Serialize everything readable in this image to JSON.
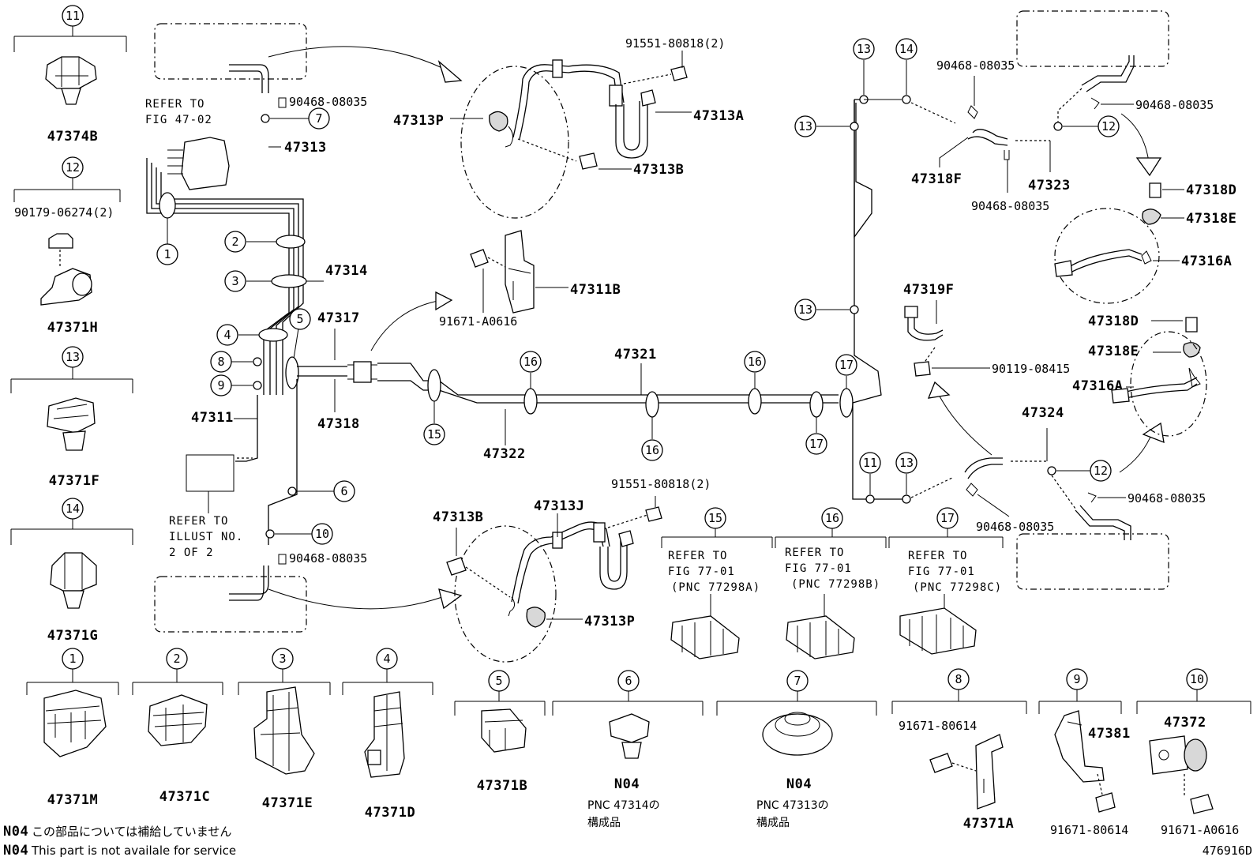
{
  "diagram_id": "476916D",
  "callouts": [
    "1",
    "2",
    "3",
    "4",
    "5",
    "6",
    "7",
    "8",
    "9",
    "10",
    "11",
    "12",
    "13",
    "14",
    "15",
    "16",
    "17"
  ],
  "part_numbers": {
    "p47374B": "47374B",
    "p47371H": "47371H",
    "p90179": "90179-06274(2)",
    "p47371F": "47371F",
    "p47371G": "47371G",
    "p47371M": "47371M",
    "p47371C": "47371C",
    "p47371E": "47371E",
    "p47371D": "47371D",
    "p47371B": "47371B",
    "p47371A": "47371A",
    "p47381": "47381",
    "p47372": "47372",
    "p91671_80614a": "91671-80614",
    "p91671_80614b": "91671-80614",
    "p91671_A0616a": "91671-A0616",
    "p91671_A0616b": "91671-A0616",
    "p90468_a": "90468-08035",
    "p90468_b": "90468-08035",
    "p90468_c": "90468-08035",
    "p90468_d": "90468-08035",
    "p90468_e": "90468-08035",
    "p90468_f": "90468-08035",
    "p90468_g": "90468-08035",
    "p91551_a": "91551-80818(2)",
    "p91551_b": "91551-80818(2)",
    "p47313": "47313",
    "p47313A": "47313A",
    "p47313B_a": "47313B",
    "p47313B_b": "47313B",
    "p47313P_a": "47313P",
    "p47313P_b": "47313P",
    "p47313J": "47313J",
    "p47314": "47314",
    "p47317": "47317",
    "p47318": "47318",
    "p47311": "47311",
    "p47311B": "47311B",
    "p47321": "47321",
    "p47322": "47322",
    "p47318F": "47318F",
    "p47323": "47323",
    "p47318D_a": "47318D",
    "p47318D_b": "47318D",
    "p47318E_a": "47318E",
    "p47318E_b": "47318E",
    "p47316A_a": "47316A",
    "p47316A_b": "47316A",
    "p47319F": "47319F",
    "p90119": "90119-08415",
    "p47324": "47324",
    "n04_a": "N04",
    "n04_b": "N04"
  },
  "references": {
    "fig4702_l1": "REFER TO",
    "fig4702_l2": "FIG 47-02",
    "illust_l1": "REFER TO",
    "illust_l2": "ILLUST NO.",
    "illust_l3": "2 OF 2",
    "r15_l1": "REFER TO",
    "r15_l2": "FIG 77-01",
    "r15_l3": "(PNC 77298A)",
    "r16_l1": "REFER TO",
    "r16_l2": "FIG 77-01",
    "r16_l3": "(PNC 77298B)",
    "r17_l1": "REFER TO",
    "r17_l2": "FIG 77-01",
    "r17_l3": "(PNC 77298C)"
  },
  "notes": {
    "pnc47314_l1": "PNC 47314の",
    "pnc47314_l2": "構成品",
    "pnc47313_l1": "PNC 47313の",
    "pnc47313_l2": "構成品",
    "n04_code": "N04",
    "n04_jp": "この部品については補給していません",
    "n04_en": "This part is not availale for service"
  }
}
